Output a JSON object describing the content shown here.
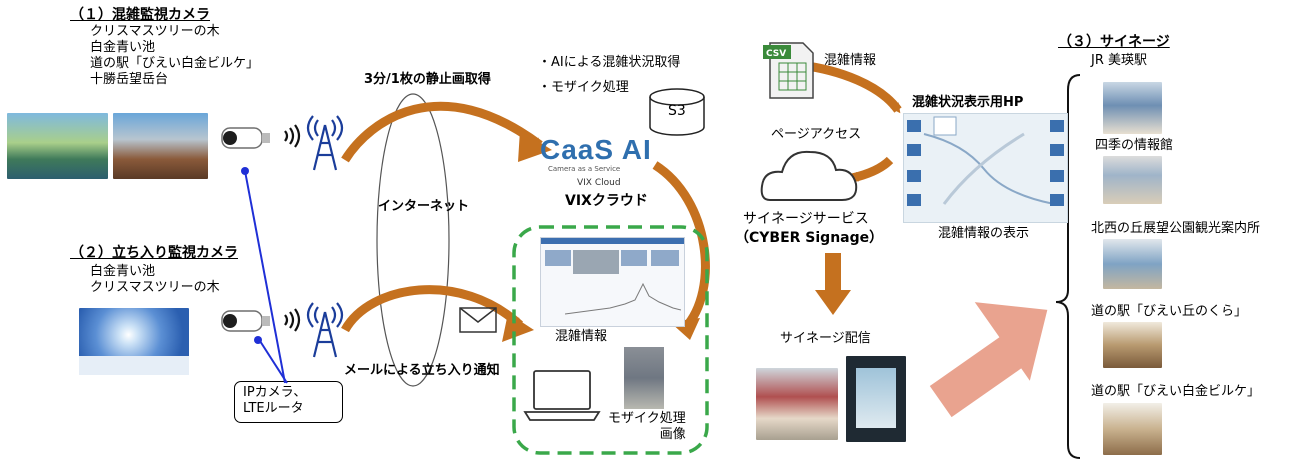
{
  "section1": {
    "heading": "（１）混雑監視カメラ",
    "locations": [
      "クリスマスツリーの木",
      "白金青い池",
      "道の駅「びえい白金ビルケ」",
      "十勝岳望岳台"
    ]
  },
  "section2": {
    "heading": "（２）立ち入り監視カメラ",
    "locations": [
      "白金青い池",
      "クリスマスツリーの木"
    ]
  },
  "section3": {
    "heading": "（３）サイネージ",
    "locations": [
      "JR 美瑛駅",
      "四季の情報館",
      "北西の丘展望公園観光案内所",
      "道の駅「びえい丘のくら」",
      "道の駅「びえい白金ビルケ」"
    ]
  },
  "labels": {
    "still_image": "3分/1枚の静止画取得",
    "internet": "インターネット",
    "email_notice": "メールによる立ち入り通知",
    "ip_camera": "IPカメラ、\nLTEルータ",
    "ai_line1": "・AIによる混雑状況取得",
    "ai_line2": "・モザイク処理",
    "s3": "S3",
    "csv": "CSV",
    "congestion_info_top": "混雑情報",
    "caas_logo": "CaaS AI",
    "caas_sub": "Camera as a Service",
    "vix_cloud_small": "VIX Cloud",
    "vix_cloud": "VIXクラウド",
    "congestion_info_box": "混雑情報",
    "mosaic_image": "モザイク処理\n画像",
    "page_access": "ページアクセス",
    "signage_service_line1": "サイネージサービス",
    "signage_service_line2": "（CYBER Signage）",
    "hp_title": "混雑状況表示用HP",
    "hp_caption": "混雑情報の表示",
    "signage_delivery": "サイネージ配信"
  },
  "colors": {
    "arrow_brown": "#c5711f",
    "big_arrow": "#e9a38f",
    "dash_green": "#3aa84a",
    "line_blue": "#1f2fd6"
  }
}
